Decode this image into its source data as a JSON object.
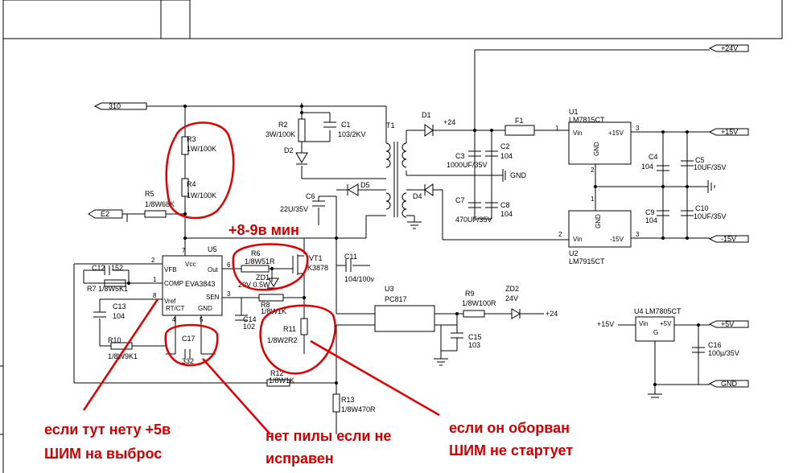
{
  "nets": {
    "v310": "310",
    "e2": "E2",
    "p24": "+24V",
    "p15": "+15V",
    "n15": "-15V",
    "p15in": "+15V",
    "p5": "+5V",
    "gnd": "GND",
    "p24node": "+24",
    "gndlabel": "GND",
    "p24b": "+24"
  },
  "parts": {
    "r3": "R3",
    "r3v": "1W/100K",
    "r4": "R4",
    "r4v": "1W/100K",
    "r5": "R5",
    "r5v": "1/8W68K",
    "r2": "R2",
    "r2v": "3W/100K",
    "c1": "C1",
    "c1v": "103/2KV",
    "d2": "D2",
    "c6": "C6",
    "c6v": "22U/35V",
    "d5": "D5",
    "t1": "T1",
    "d1": "D1",
    "d4": "D4",
    "f1": "F1",
    "c3": "C3",
    "c3v": "1000UF/35V",
    "c2": "C2",
    "c2v": "104",
    "c7": "C7",
    "c7v": "470UF/35V",
    "c8": "C8",
    "c8v": "104",
    "u1": "U1",
    "u1v": "LM7815CT",
    "u1vin": "Vin",
    "u1out": "+15V",
    "u1gnd": "GND",
    "u2": "U2",
    "u2v": "LM7915CT",
    "u2vin": "Vin",
    "u2out": "-15V",
    "u2gnd": "GND",
    "c4": "C4",
    "c4v": "104",
    "c5": "C5",
    "c5v": "10UF/35V",
    "c9": "C9",
    "c9v": "104",
    "c10": "C10",
    "c10v": "10UF/35V",
    "u5": "U5",
    "u5v": "EVA3843",
    "vcc": "Vcc",
    "vfb": "VFB",
    "comp": "COMP",
    "vref": "Vref",
    "rtct": "RT/CT",
    "gndp": "GND",
    "out": "Out",
    "sen": "SEN",
    "c12": "C12",
    "c12v": "152",
    "r7": "R7",
    "r7v": "1/8W5K1",
    "c13": "C13",
    "c13v": "104",
    "r10": "R10",
    "r10v": "1/8W9K1",
    "c17": "C17",
    "c17v": "332",
    "r6": "R6",
    "r6v": "1/8W51R",
    "zd1": "ZD1",
    "zd1v": "20V 0.5W",
    "vt1": "VT1",
    "vt1v": "K3878",
    "r8": "R8",
    "r8v": "1/8W1K",
    "c14": "C14",
    "c14v": "102",
    "c11": "C11",
    "c11v": "104/100v",
    "r11": "R11",
    "r11v": "1/8W2R2",
    "r12": "R12",
    "r12v": "1/8W1K",
    "r13": "R13",
    "r13v": "1/8W470R",
    "u3": "U3",
    "u3v": "PC817",
    "r9": "R9",
    "r9v": "1/8W100R",
    "zd2": "ZD2",
    "zd2v": "24V",
    "c15": "C15",
    "c15v": "103",
    "u4": "U4 LM7805CT",
    "u4vin": "Vin",
    "u4out": "+5V",
    "u4g": "G",
    "c16": "C16",
    "c16v": "100µ/35V"
  },
  "pins": {
    "p7": "7",
    "p2": "2",
    "p1": "1",
    "p8": "8",
    "p4": "4",
    "p5": "5",
    "p6": "6",
    "p3": "3",
    "u1p1": "1",
    "u1p3": "3",
    "u1p2": "2",
    "u2p1": "1",
    "u2p2": "2",
    "u2p3": "3"
  },
  "annotations": {
    "voltage": "+8-9в мин",
    "note1_line1": "если тут нету +5в",
    "note1_line2": "ШИМ на выброс",
    "note2_line1": "нет пилы если не",
    "note2_line2": "исправен",
    "note3_line1": "если он оборван",
    "note3_line2": "ШИМ не стартует"
  }
}
